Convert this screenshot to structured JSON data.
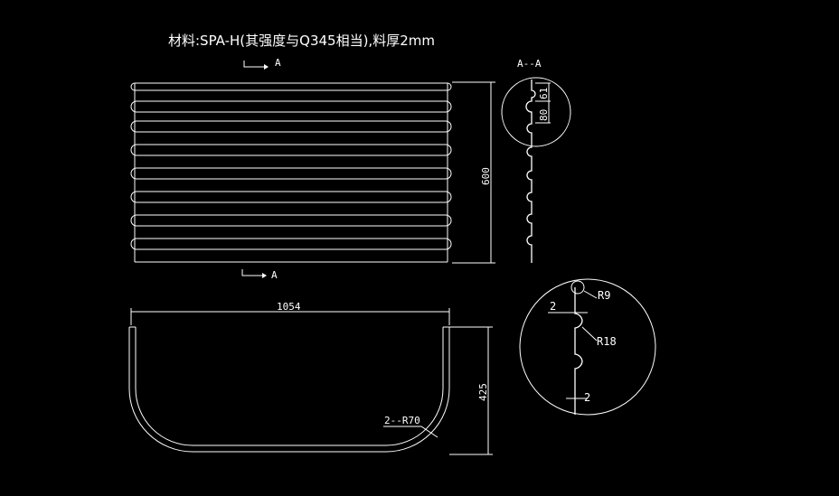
{
  "drawing": {
    "title": "材料:SPA-H(其强度与Q345相当),料厚2mm",
    "section_marker_label": "A",
    "section_view_title": "A--A",
    "dimensions": {
      "height": "600",
      "width": "1054",
      "depth": "425",
      "corner_radius": "2--R70",
      "pitch_small": "61",
      "pitch_large": "80",
      "radius_small": "R9",
      "radius_large": "R18",
      "thickness_top": "2",
      "thickness_bottom": "2"
    }
  }
}
